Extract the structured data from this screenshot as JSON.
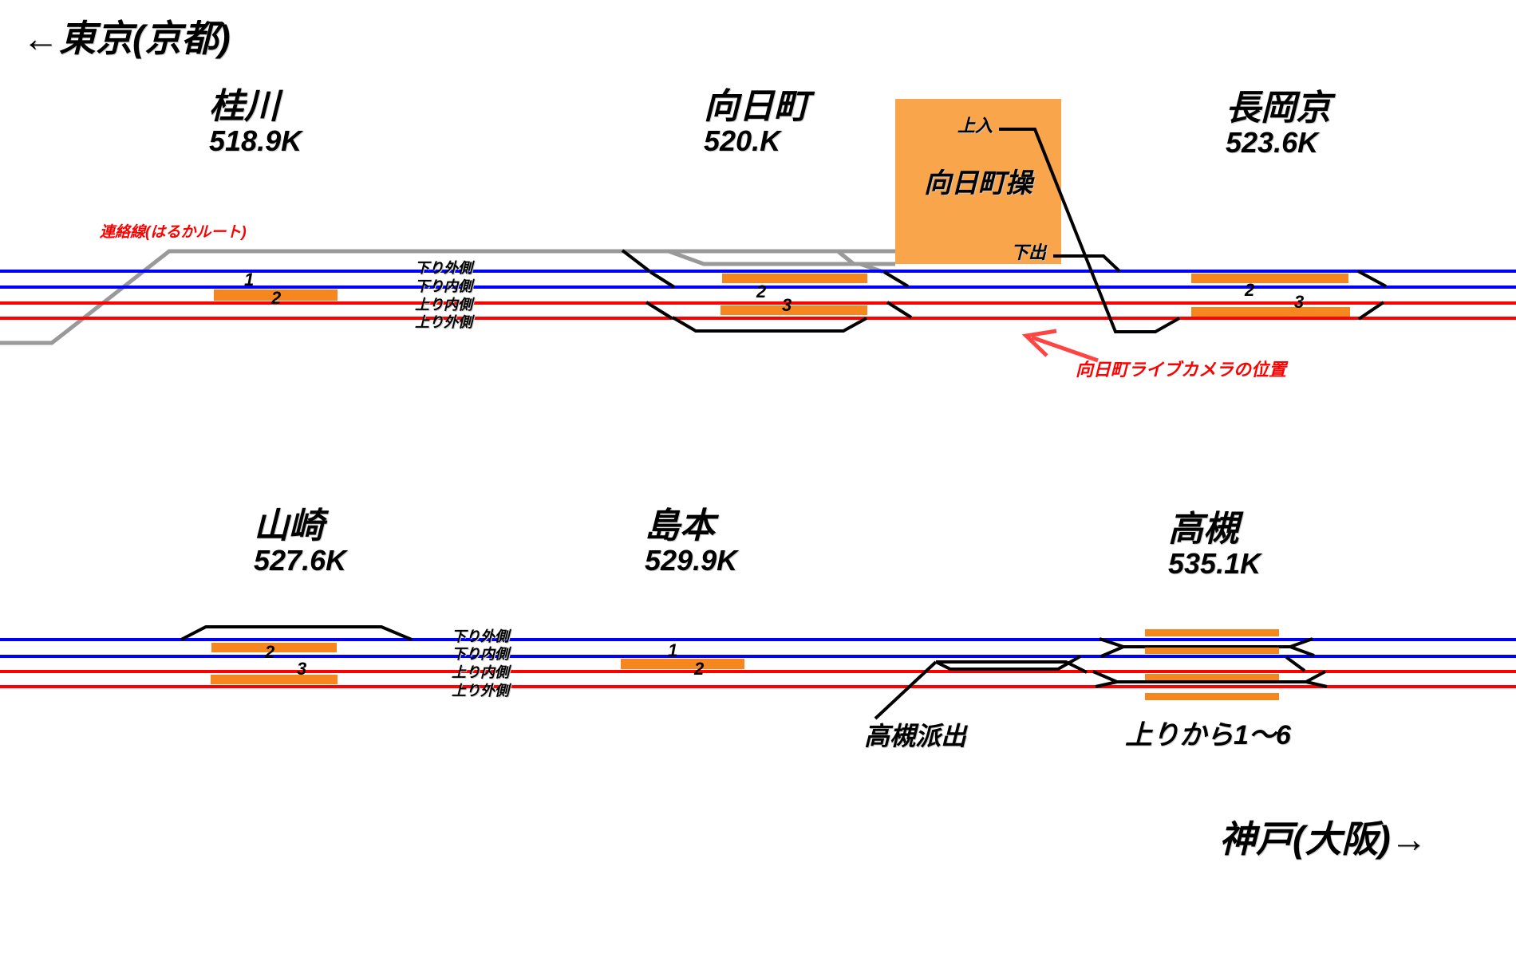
{
  "direction_labels": {
    "left": "←東京(京都)",
    "right": "神戸(大阪)→"
  },
  "track_labels": {
    "down_outer": "下り外側",
    "down_inner": "下り内側",
    "up_inner": "上り内側",
    "up_outer": "上り外側"
  },
  "stations": {
    "katsuragawa": {
      "name": "桂川",
      "km": "518.9K",
      "platform_numbers": [
        "1",
        "2"
      ]
    },
    "mukomachi": {
      "name": "向日町",
      "km": "520.K",
      "platform_numbers": [
        "2",
        "3"
      ]
    },
    "nagaokakyo": {
      "name": "長岡京",
      "km": "523.6K",
      "platform_numbers": [
        "2",
        "3"
      ]
    },
    "yamazaki": {
      "name": "山崎",
      "km": "527.6K",
      "platform_numbers": [
        "2",
        "3"
      ]
    },
    "shimamoto": {
      "name": "島本",
      "km": "529.9K",
      "platform_numbers": [
        "1",
        "2"
      ]
    },
    "takatsuki": {
      "name": "高槻",
      "km": "535.1K",
      "track_note": "上りから1～6"
    }
  },
  "yard": {
    "name": "向日町操",
    "up_entry_label": "上入",
    "down_exit_label": "下出"
  },
  "depot": {
    "name": "高槻派出"
  },
  "annotations": {
    "haruka_route": "連絡線(はるかルート)",
    "camera_position": "向日町ライブカメラの位置"
  },
  "colors": {
    "down_line_blue": "#0000ff",
    "up_line_red": "#ff0000",
    "haruka_line_gray": "#999999",
    "siding_black": "#000000",
    "platform_orange": "#f6871f",
    "yard_box_orange": "#f9a54c",
    "annotation_red": "#ff0000",
    "arrow_red": "#ff4444"
  }
}
